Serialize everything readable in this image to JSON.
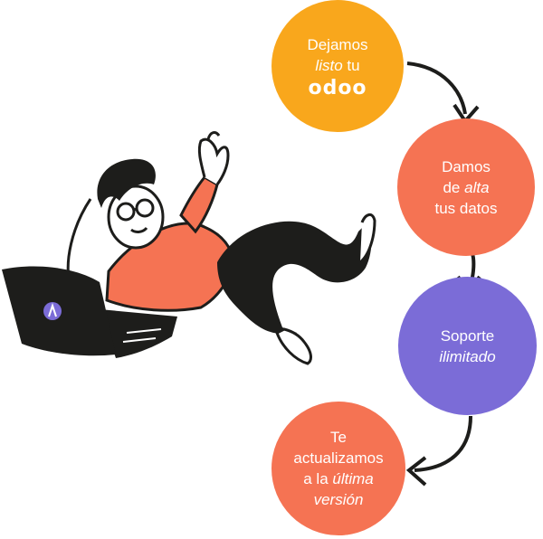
{
  "colors": {
    "yellow": "#F9A71C",
    "orange": "#F57353",
    "purple": "#7B6CD7",
    "black": "#1D1D1B",
    "skin": "#FFFFFF"
  },
  "steps": [
    {
      "line1": "Dejamos",
      "line2_em": "listo",
      "line2_rest": " tu",
      "logo": "odoo"
    },
    {
      "line1": "Damos",
      "line2_pre": "de ",
      "line2_em": "alta",
      "line3": "tus datos"
    },
    {
      "line1": "Soporte",
      "line2_em": "ilimitado"
    },
    {
      "line1": "Te",
      "line2": "actualizamos",
      "line3_pre": "a la ",
      "line3_em": "última",
      "line4_em": "versión"
    }
  ]
}
